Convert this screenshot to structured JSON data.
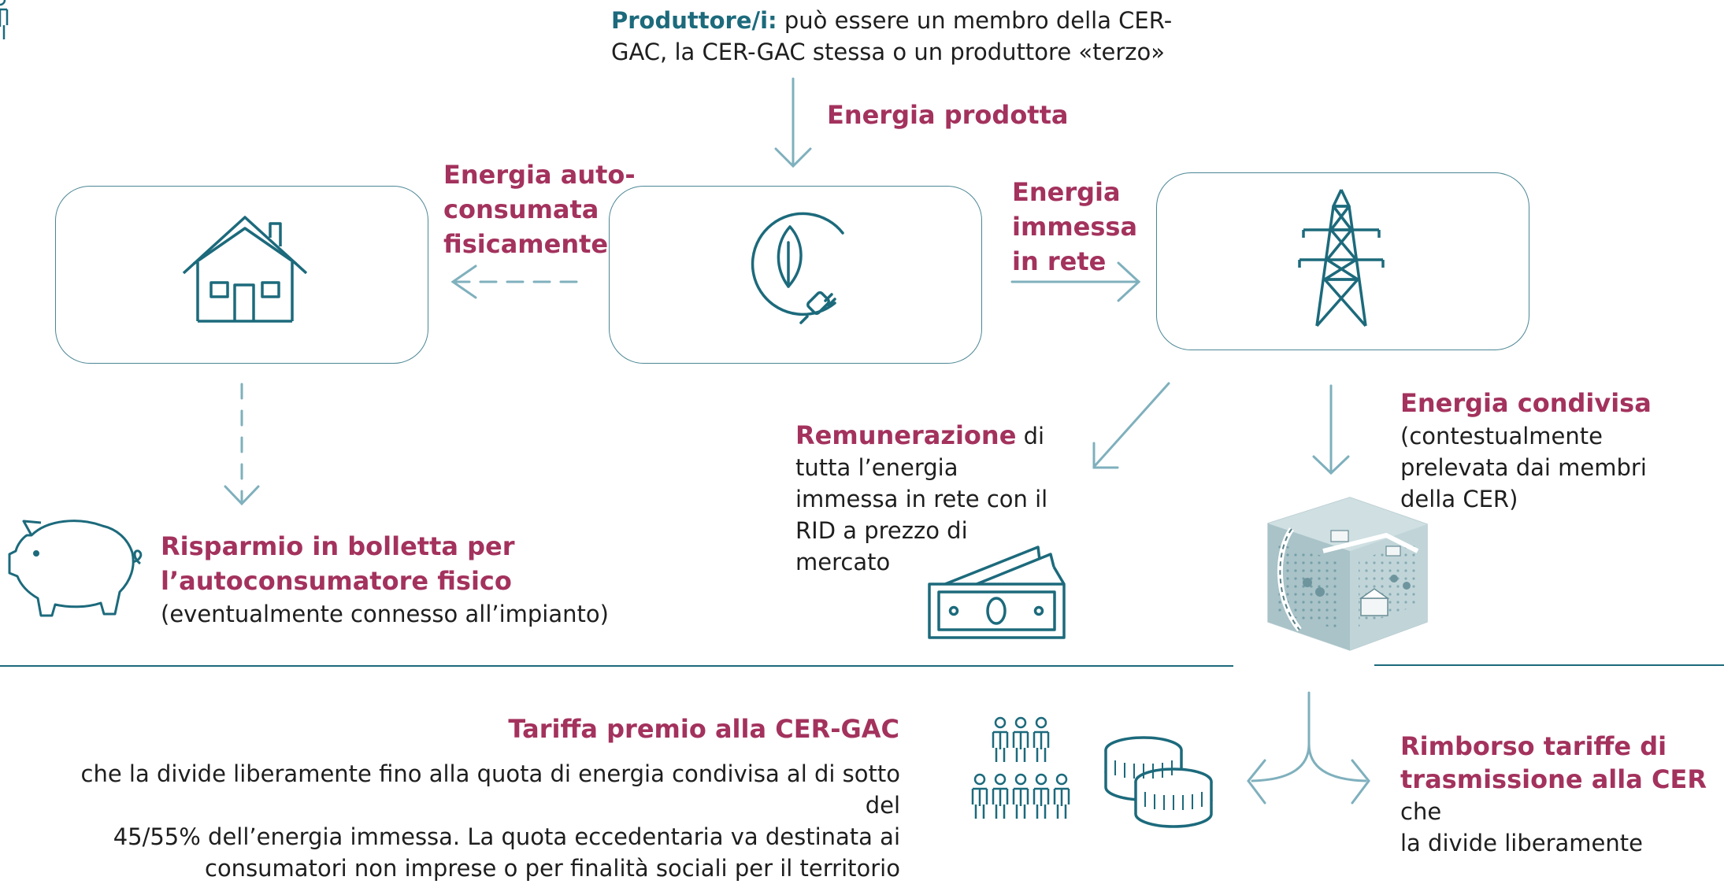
{
  "producer": {
    "title": "Produttore/i:",
    "line1_rest": " può essere un membro della CER-",
    "line2": "GAC, la CER-GAC stessa o un produttore «terzo»"
  },
  "flows": {
    "prodotta": "Energia prodotta",
    "auto_1": "Energia auto-",
    "auto_2": "consumata",
    "auto_3": "fisicamente",
    "immessa_1": "Energia",
    "immessa_2": "immessa",
    "immessa_3": "in rete"
  },
  "risparmio": {
    "title_1": "Risparmio in bolletta per",
    "title_2": "l’autoconsumatore fisico",
    "note": "(eventualmente connesso all’impianto)"
  },
  "remunerazione": {
    "title": "Remunerazione",
    "rest_1": " di",
    "line2": "tutta l’energia",
    "line3": "immessa in rete con il",
    "line4": "RID a prezzo di",
    "line5": "mercato"
  },
  "condivisa": {
    "title": "Energia condivisa",
    "line1": "(contestualmente",
    "line2": "prelevata dai membri",
    "line3": "della CER)"
  },
  "tariffa": {
    "title": "Tariffa premio alla CER-GAC",
    "line1": "che la divide liberamente fino alla quota di energia condivisa al di sotto del",
    "line2": "45/55% dell’energia immessa. La quota eccedentaria va destinata ai",
    "line3": "consumatori non imprese o per finalità sociali per il territorio"
  },
  "rimborso": {
    "title_1": "Rimborso tariffe di",
    "title_2": "trasmissione alla CER",
    "rest_2": " che",
    "line3": "la divide liberamente"
  },
  "colors": {
    "accent": "#a3325d",
    "teal_dark": "#1c6a7c",
    "teal_light": "#7fb0bd"
  },
  "icons": [
    "house-icon",
    "leaf-plug-icon",
    "pylon-icon",
    "piggy-bank-icon",
    "banknote-icon",
    "community-map-icon",
    "people-icon",
    "coins-icon"
  ]
}
